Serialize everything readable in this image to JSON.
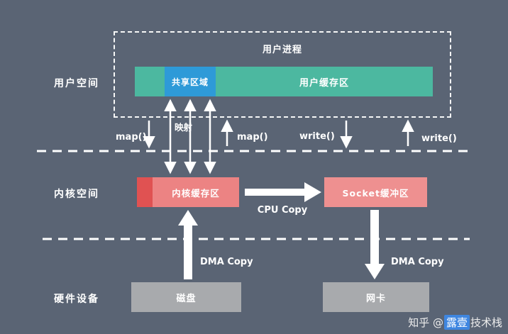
{
  "colors": {
    "background": "#5a6474",
    "user_buffer_teal": "#4cb8a0",
    "shared_region_blue": "#2e9ad8",
    "kernel_buffer_red": "#ec8383",
    "kernel_buffer_accent": "#e05252",
    "socket_buffer_pink": "#ee9090",
    "hardware_gray": "#a8aaad",
    "line_white": "#ffffff"
  },
  "regions": {
    "user_space_label": "用户空间",
    "kernel_space_label": "内核空间",
    "hardware_label": "硬件设备"
  },
  "user_process": {
    "title": "用户进程",
    "shared_region": "共享区域",
    "user_buffer": "用户缓存区"
  },
  "kernel": {
    "kernel_buffer": "内核缓存区",
    "socket_buffer": "Socket缓冲区"
  },
  "hardware": {
    "disk": "磁盘",
    "nic": "网卡"
  },
  "annotations": {
    "map_left": "map()",
    "mapping": "映射",
    "map_right": "map()",
    "write_left": "write()",
    "write_right": "write()",
    "cpu_copy": "CPU Copy",
    "dma_copy_left": "DMA Copy",
    "dma_copy_right": "DMA Copy"
  },
  "watermark": {
    "prefix": "知乎 @",
    "highlight": "露壹",
    "suffix": "技术栈"
  }
}
